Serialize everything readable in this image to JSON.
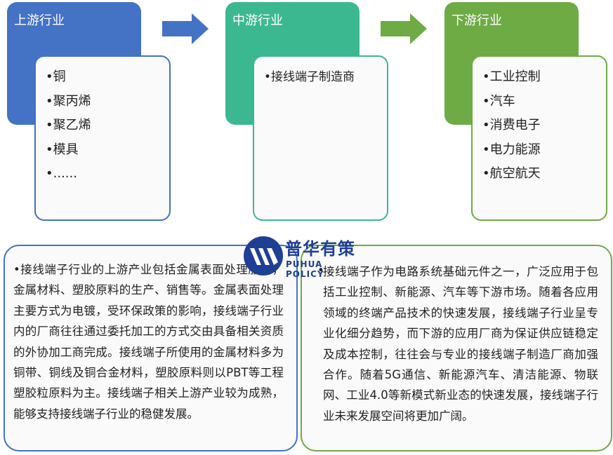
{
  "stages": {
    "upstream": {
      "title": "上游行业",
      "items": [
        "铜",
        "聚丙烯",
        "聚乙烯",
        "模具",
        "......"
      ]
    },
    "midstream": {
      "title": "中游行业",
      "items": [
        "接线端子制造商"
      ]
    },
    "downstream": {
      "title": "下游行业",
      "items": [
        "工业控制",
        "汽车",
        "消费电子",
        "电力能源",
        "航空航天"
      ]
    }
  },
  "descriptions": {
    "upstream_text": "•接线端子行业的上游产业包括金属表面处理服务，金属材料、塑胶原料的生产、销售等。金属表面处理主要方式为电镀，受环保政策的影响，接线端子行业内的厂商往往通过委托加工的方式交由具备相关资质的外协加工商完成。接线端子所使用的金属材料多为铜带、铜线及铜合金材料，塑胶原料则以PBT等工程塑胶粒原料为主。接线端子相关上游产业较为成熟，能够支持接线端子行业的稳健发展。",
    "downstream_bullet": "•",
    "downstream_text": "接线端子作为电路系统基础元件之一，广泛应用于包括工业控制、新能源、汽车等下游市场。随着各应用领域的终端产品技术的快速发展，接线端子行业呈专业化细分趋势，而下游的应用厂商为保证供应链稳定及成本控制，往往会与专业的接线端子制造厂商加强合作。随着5G通信、新能源汽车、清洁能源、物联网、工业4.0等新模式新业态的快速发展，接线端子行业未来发展空间将更加广阔。"
  },
  "logo": {
    "name_cn": "普华有策",
    "name_en": "PUHUA POLICY"
  },
  "colors": {
    "upstream": "#4472c4",
    "midstream": "#3cb891",
    "downstream": "#6eab45",
    "logo": "#1f3f94"
  }
}
